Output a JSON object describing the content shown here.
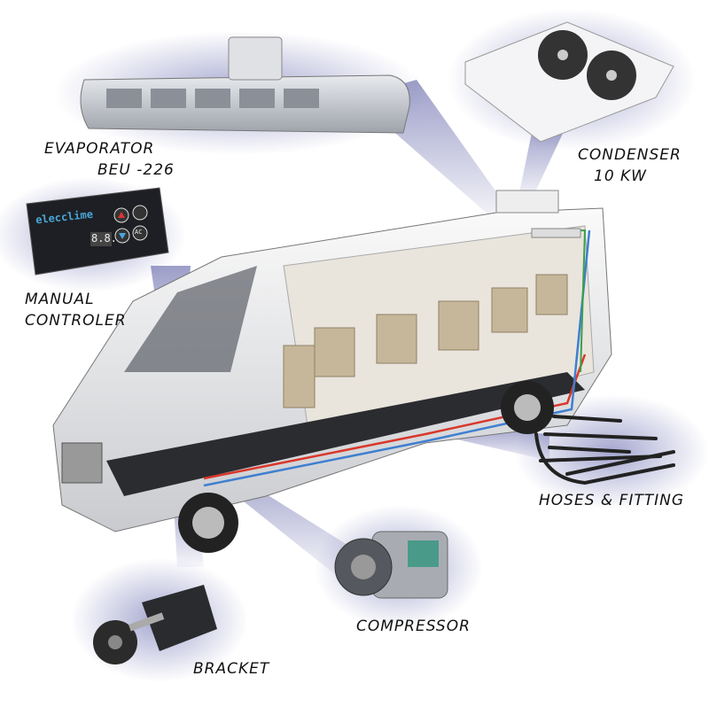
{
  "labels": {
    "evaporator": "EVAPORATOR",
    "evaporator_model": "BEU -226",
    "condenser": "CONDENSER",
    "condenser_power": "10 KW",
    "controller_line1": "MANUAL",
    "controller_line2": "CONTROLER",
    "hoses": "HOSES & FITTING",
    "compressor": "COMPRESSOR",
    "bracket": "BRACKET"
  },
  "controller": {
    "brand_logo": "elecclime",
    "display": "8.8.",
    "ac_button": "AC"
  },
  "colors": {
    "glow": "#6b6fb0",
    "refrigerant_hot": "#d9372b",
    "refrigerant_cold": "#3f7fd0",
    "refrigerant_green": "#3aa04a"
  }
}
